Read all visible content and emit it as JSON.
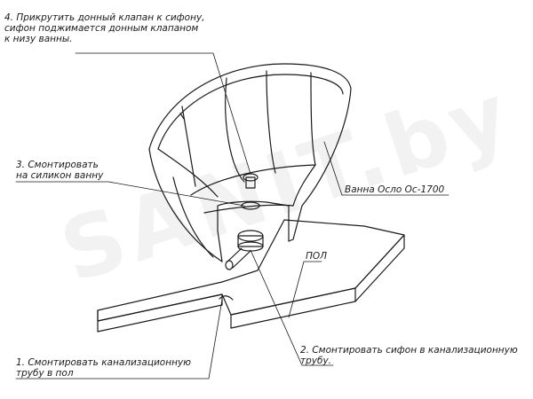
{
  "labels": {
    "step4": [
      "4. Прикрутить донный клапан к сифону,",
      "сифон поджимается донным клапаном",
      "к низу ванны."
    ],
    "step3": [
      "3. Смонтировать",
      "на силикон ванну"
    ],
    "bath_model": "Ванна Осло Ос-1700",
    "floor": "ПОЛ",
    "step2": [
      "2. Смонтировать сифон в канализационную",
      "трубу."
    ],
    "step1": [
      "1.  Смонтировать канализационную",
      "трубу в пол"
    ]
  },
  "watermark": "SANIT.by",
  "colors": {
    "line": "#1a1a1a",
    "background": "#ffffff"
  }
}
